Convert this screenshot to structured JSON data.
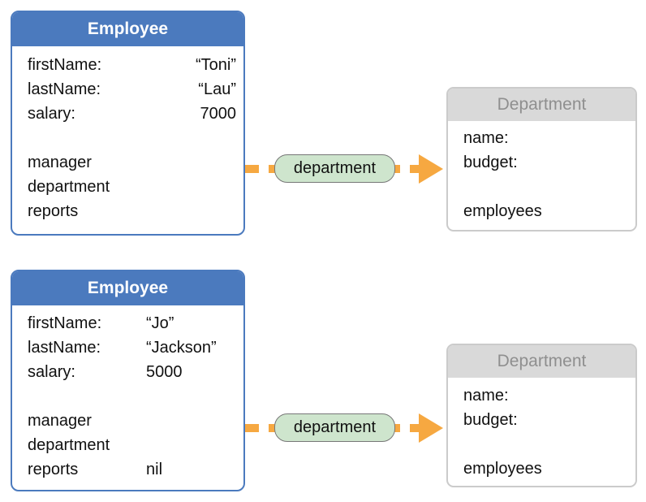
{
  "colors": {
    "employee_header": "#4B7ABE",
    "employee_border": "#4B7ABE",
    "department_header_bg": "#D9D9D9",
    "department_title": "#8F8F8F",
    "department_border": "#CBCBCB",
    "relationship_pill_bg": "#CEE5CD",
    "relationship_pill_border": "#777777",
    "arrow": "#F6A841"
  },
  "rows": [
    {
      "employee": {
        "title": "Employee",
        "attributes": [
          {
            "label": "firstName:",
            "value": "“Toni”"
          },
          {
            "label": "lastName:",
            "value": "“Lau”"
          },
          {
            "label": "salary:",
            "value": "7000"
          }
        ],
        "relationships": [
          {
            "label": "manager",
            "value": ""
          },
          {
            "label": "department",
            "value": ""
          },
          {
            "label": "reports",
            "value": ""
          }
        ]
      },
      "arrow_label": "department",
      "department": {
        "title": "Department",
        "attributes": [
          {
            "label": "name:"
          },
          {
            "label": "budget:"
          }
        ],
        "relationships": [
          {
            "label": "employees"
          }
        ]
      }
    },
    {
      "employee": {
        "title": "Employee",
        "attributes": [
          {
            "label": "firstName:",
            "value": "“Jo”"
          },
          {
            "label": "lastName:",
            "value": "“Jackson”"
          },
          {
            "label": "salary:",
            "value": "5000"
          }
        ],
        "relationships": [
          {
            "label": "manager",
            "value": ""
          },
          {
            "label": "department",
            "value": ""
          },
          {
            "label": "reports",
            "value": "nil"
          }
        ]
      },
      "arrow_label": "department",
      "department": {
        "title": "Department",
        "attributes": [
          {
            "label": "name:"
          },
          {
            "label": "budget:"
          }
        ],
        "relationships": [
          {
            "label": "employees"
          }
        ]
      }
    }
  ]
}
